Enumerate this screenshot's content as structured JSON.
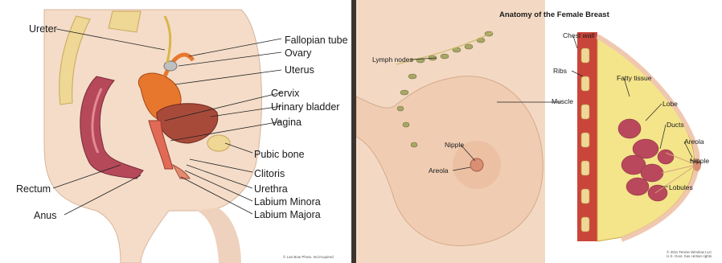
{
  "left_diagram": {
    "labels": {
      "ureter": "Ureter",
      "fallopian_tube": "Fallopian tube",
      "ovary": "Ovary",
      "uterus": "Uterus",
      "cervix": "Cervix",
      "urinary_bladder": "Urinary bladder",
      "vagina": "Vagina",
      "pubic_bone": "Pubic bone",
      "clitoris": "Clitoris",
      "urethra": "Urethra",
      "labium_minora": "Labium Minora",
      "labium_majora": "Labium Majora",
      "rectum": "Rectum",
      "anus": "Anus"
    },
    "copyright": "© Lan Bow Photo. Inc/Acquired"
  },
  "right_diagram": {
    "title": "Anatomy of the Female Breast",
    "labels": {
      "lymph_nodes": "Lymph nodes",
      "muscle": "Muscle",
      "nipple_front": "Nipple",
      "areola_front": "Areola",
      "chest_wall": "Chest wall",
      "ribs": "Ribs",
      "fatty_tissue": "Fatty tissue",
      "lobe": "Lobe",
      "ducts": "Ducts",
      "areola_side": "Areola",
      "nipple_side": "Nipple",
      "lobules": "Lobules"
    },
    "copyright": "© 2011 Terese Winslow LLC\nU.S. Govt. has certain rights"
  },
  "colors": {
    "skin": "#f3d9c4",
    "skin_shadow": "#e6bfa6",
    "muscle": "#c9453a",
    "bladder": "#b8553f",
    "uterus": "#e06a2a",
    "bone": "#efd795",
    "fat": "#f4e48a",
    "lobule": "#b9485c",
    "frame": "#3a3330"
  }
}
